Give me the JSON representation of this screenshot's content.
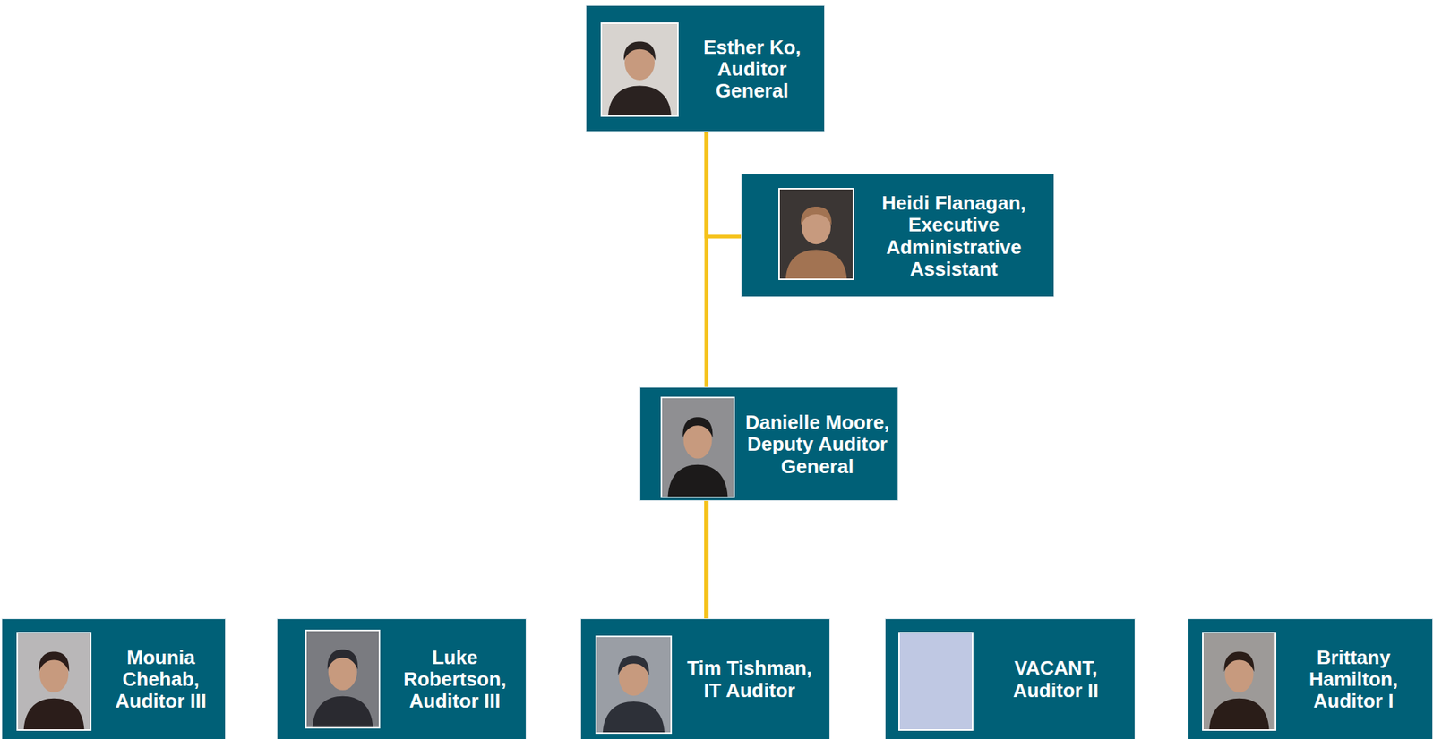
{
  "diagram": {
    "nodes": [
      {
        "text": [
          "Esther Ko, Auditor General"
        ]
      },
      {
        "text": [
          "Heidi Flanagan, Executive Administrative Assistant"
        ]
      },
      {
        "text": [
          "Danielle Moore, Deputy Auditor General"
        ]
      },
      {
        "text": [
          "Mounia Chehab, Auditor III"
        ]
      },
      {
        "text": [
          "Luke Robertson, Auditor III"
        ]
      },
      {
        "text": [
          "Tim Tishman, IT Auditor"
        ]
      },
      {
        "text": [
          "VACANT, Auditor II"
        ]
      },
      {
        "text": [
          "Brittany Hamilton, Auditor I"
        ]
      }
    ],
    "edges": [
      {
        "from": 0,
        "to": 1,
        "arrow": "none"
      },
      {
        "from": 0,
        "to": 2,
        "arrow": "none"
      },
      {
        "from": 2,
        "to": 3,
        "arrow": "none"
      },
      {
        "from": 2,
        "to": 4,
        "arrow": "none"
      },
      {
        "from": 2,
        "to": 5,
        "arrow": "none"
      },
      {
        "from": 2,
        "to": 6,
        "arrow": "none"
      },
      {
        "from": 2,
        "to": 7,
        "arrow": "none"
      }
    ]
  }
}
